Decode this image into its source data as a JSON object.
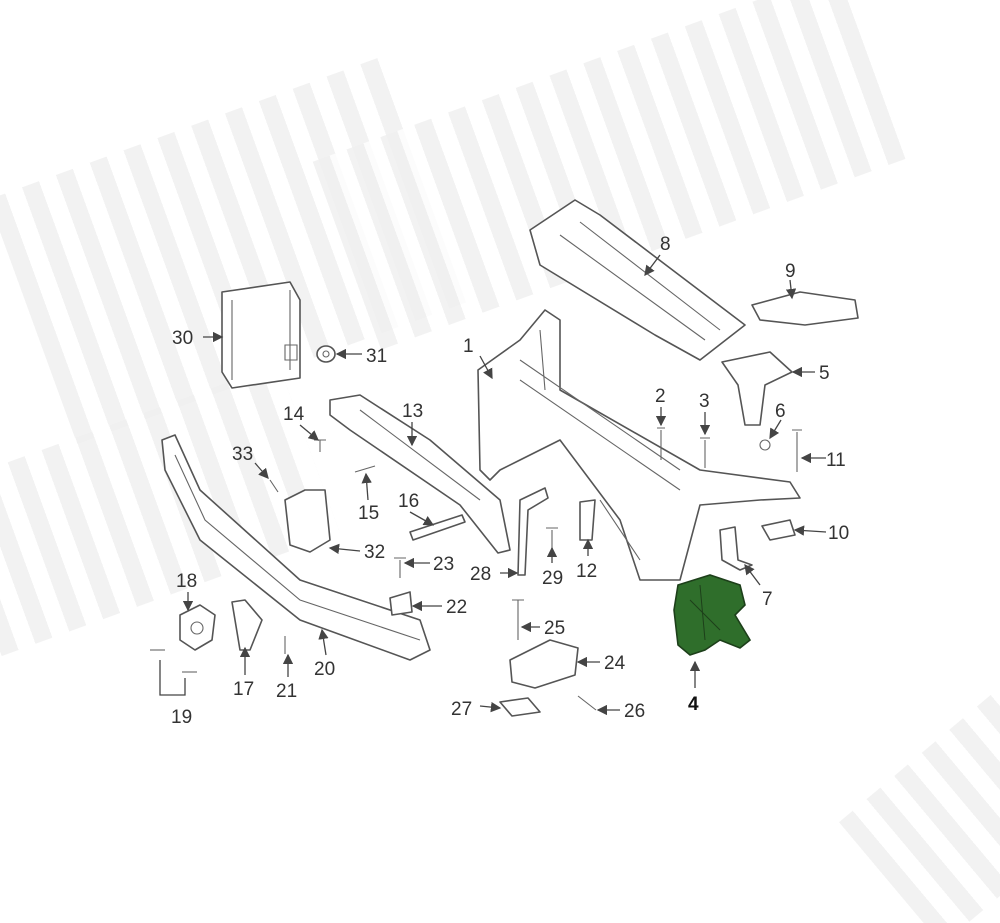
{
  "diagram": {
    "highlight_color": "#2f6e2b",
    "highlighted_part": "4",
    "callouts": {
      "c1": "1",
      "c2": "2",
      "c3": "3",
      "c4": "4",
      "c5": "5",
      "c6": "6",
      "c7": "7",
      "c8": "8",
      "c9": "9",
      "c10": "10",
      "c11": "11",
      "c12": "12",
      "c13": "13",
      "c14": "14",
      "c15": "15",
      "c16": "16",
      "c17": "17",
      "c18": "18",
      "c19": "19",
      "c20": "20",
      "c21": "21",
      "c22": "22",
      "c23": "23",
      "c24": "24",
      "c25": "25",
      "c26": "26",
      "c27": "27",
      "c28": "28",
      "c29": "29",
      "c30": "30",
      "c31": "31",
      "c32": "32",
      "c33": "33"
    }
  }
}
